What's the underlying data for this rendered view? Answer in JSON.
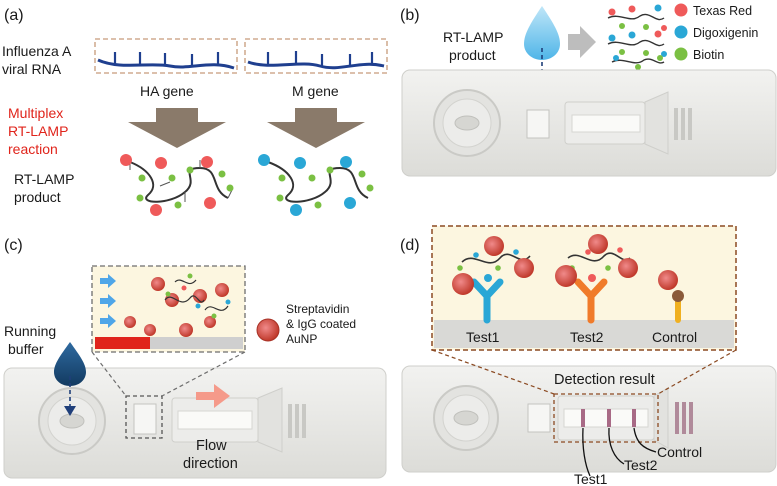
{
  "panels": {
    "a": {
      "label": "(a)",
      "rna_line1": "Influenza A",
      "rna_line2": "viral RNA",
      "gene1": "HA gene",
      "gene2": "M gene",
      "reaction_line1": "Multiplex",
      "reaction_line2": "RT-LAMP",
      "reaction_line3": "reaction",
      "product_line1": "RT-LAMP",
      "product_line2": "product"
    },
    "b": {
      "label": "(b)",
      "product_line1": "RT-LAMP",
      "product_line2": "product",
      "legend": [
        {
          "label": "Texas Red",
          "color": "#ef5a5a"
        },
        {
          "label": "Digoxigenin",
          "color": "#2aa7d6"
        },
        {
          "label": "Biotin",
          "color": "#7bc043"
        }
      ]
    },
    "c": {
      "label": "(c)",
      "buffer_line1": "Running",
      "buffer_line2": "buffer",
      "np_line1": "Streptavidin",
      "np_line2": "& IgG coated",
      "np_line3": "AuNP",
      "flow_line1": "Flow",
      "flow_line2": "direction"
    },
    "d": {
      "label": "(d)",
      "test1": "Test1",
      "test2": "Test2",
      "control": "Control",
      "result_title": "Detection result",
      "callout_control": "Control",
      "callout_test2": "Test2",
      "callout_test1": "Test1"
    }
  },
  "colors": {
    "rna": "#1f3f8f",
    "highlight": "#e0241b",
    "arrow": "#8a7a6a",
    "device": "#e9e9e6",
    "inset_bg": "#fcf6e0",
    "inset_border": "#8b4a22",
    "test1_antibody": "#2aa7d6",
    "test2_antibody": "#f07b2a",
    "control_antibody": "#f0b020",
    "drop_b": "#6cc4ee",
    "drop_c": "#1f4f7a"
  }
}
